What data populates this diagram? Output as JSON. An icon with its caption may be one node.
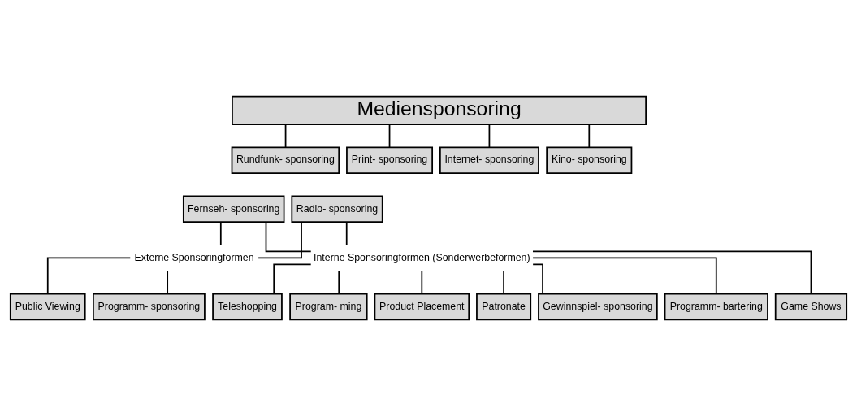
{
  "diagram": {
    "nodes": [
      {
        "text": [
          "Mediensponsoring"
        ]
      },
      {
        "text": [
          "Rundfunk- sponsoring"
        ]
      },
      {
        "text": [
          "Print- sponsoring"
        ]
      },
      {
        "text": [
          "Internet- sponsoring"
        ]
      },
      {
        "text": [
          "Kino- sponsoring"
        ]
      },
      {
        "text": [
          "Fernseh- sponsoring"
        ]
      },
      {
        "text": [
          "Radio- sponsoring"
        ]
      },
      {
        "text": [
          "Externe Sponsoringformen"
        ]
      },
      {
        "text": [
          "Interne Sponsoringformen (Sonderwerbeformen)"
        ]
      },
      {
        "text": [
          "Programm- sponsoring"
        ]
      },
      {
        "text": [
          "Public Viewing"
        ]
      },
      {
        "text": [
          "Program- ming"
        ]
      },
      {
        "text": [
          "Product Placement"
        ]
      },
      {
        "text": [
          "Patronate"
        ]
      },
      {
        "text": [
          "Gewinnspiel- sponsoring"
        ]
      },
      {
        "text": [
          "Programm- bartering"
        ]
      },
      {
        "text": [
          "Game Shows"
        ]
      },
      {
        "text": [
          "Teleshopping"
        ]
      }
    ],
    "edges": [
      {
        "from": 0,
        "to": 1,
        "arrow": "none"
      },
      {
        "from": 0,
        "to": 2,
        "arrow": "none"
      },
      {
        "from": 0,
        "to": 3,
        "arrow": "none"
      },
      {
        "from": 0,
        "to": 4,
        "arrow": "none"
      },
      {
        "from": 5,
        "to": 7,
        "arrow": "none"
      },
      {
        "from": 5,
        "to": 8,
        "arrow": "none"
      },
      {
        "from": 6,
        "to": 7,
        "arrow": "none"
      },
      {
        "from": 6,
        "to": 8,
        "arrow": "none"
      },
      {
        "from": 7,
        "to": 9,
        "arrow": "none"
      },
      {
        "from": 7,
        "to": 10,
        "arrow": "none"
      },
      {
        "from": 8,
        "to": 11,
        "arrow": "none"
      },
      {
        "from": 8,
        "to": 12,
        "arrow": "none"
      },
      {
        "from": 8,
        "to": 13,
        "arrow": "none"
      },
      {
        "from": 8,
        "to": 14,
        "arrow": "none"
      },
      {
        "from": 8,
        "to": 15,
        "arrow": "none"
      },
      {
        "from": 8,
        "to": 16,
        "arrow": "none"
      },
      {
        "from": 8,
        "to": 17,
        "arrow": "none"
      }
    ]
  }
}
